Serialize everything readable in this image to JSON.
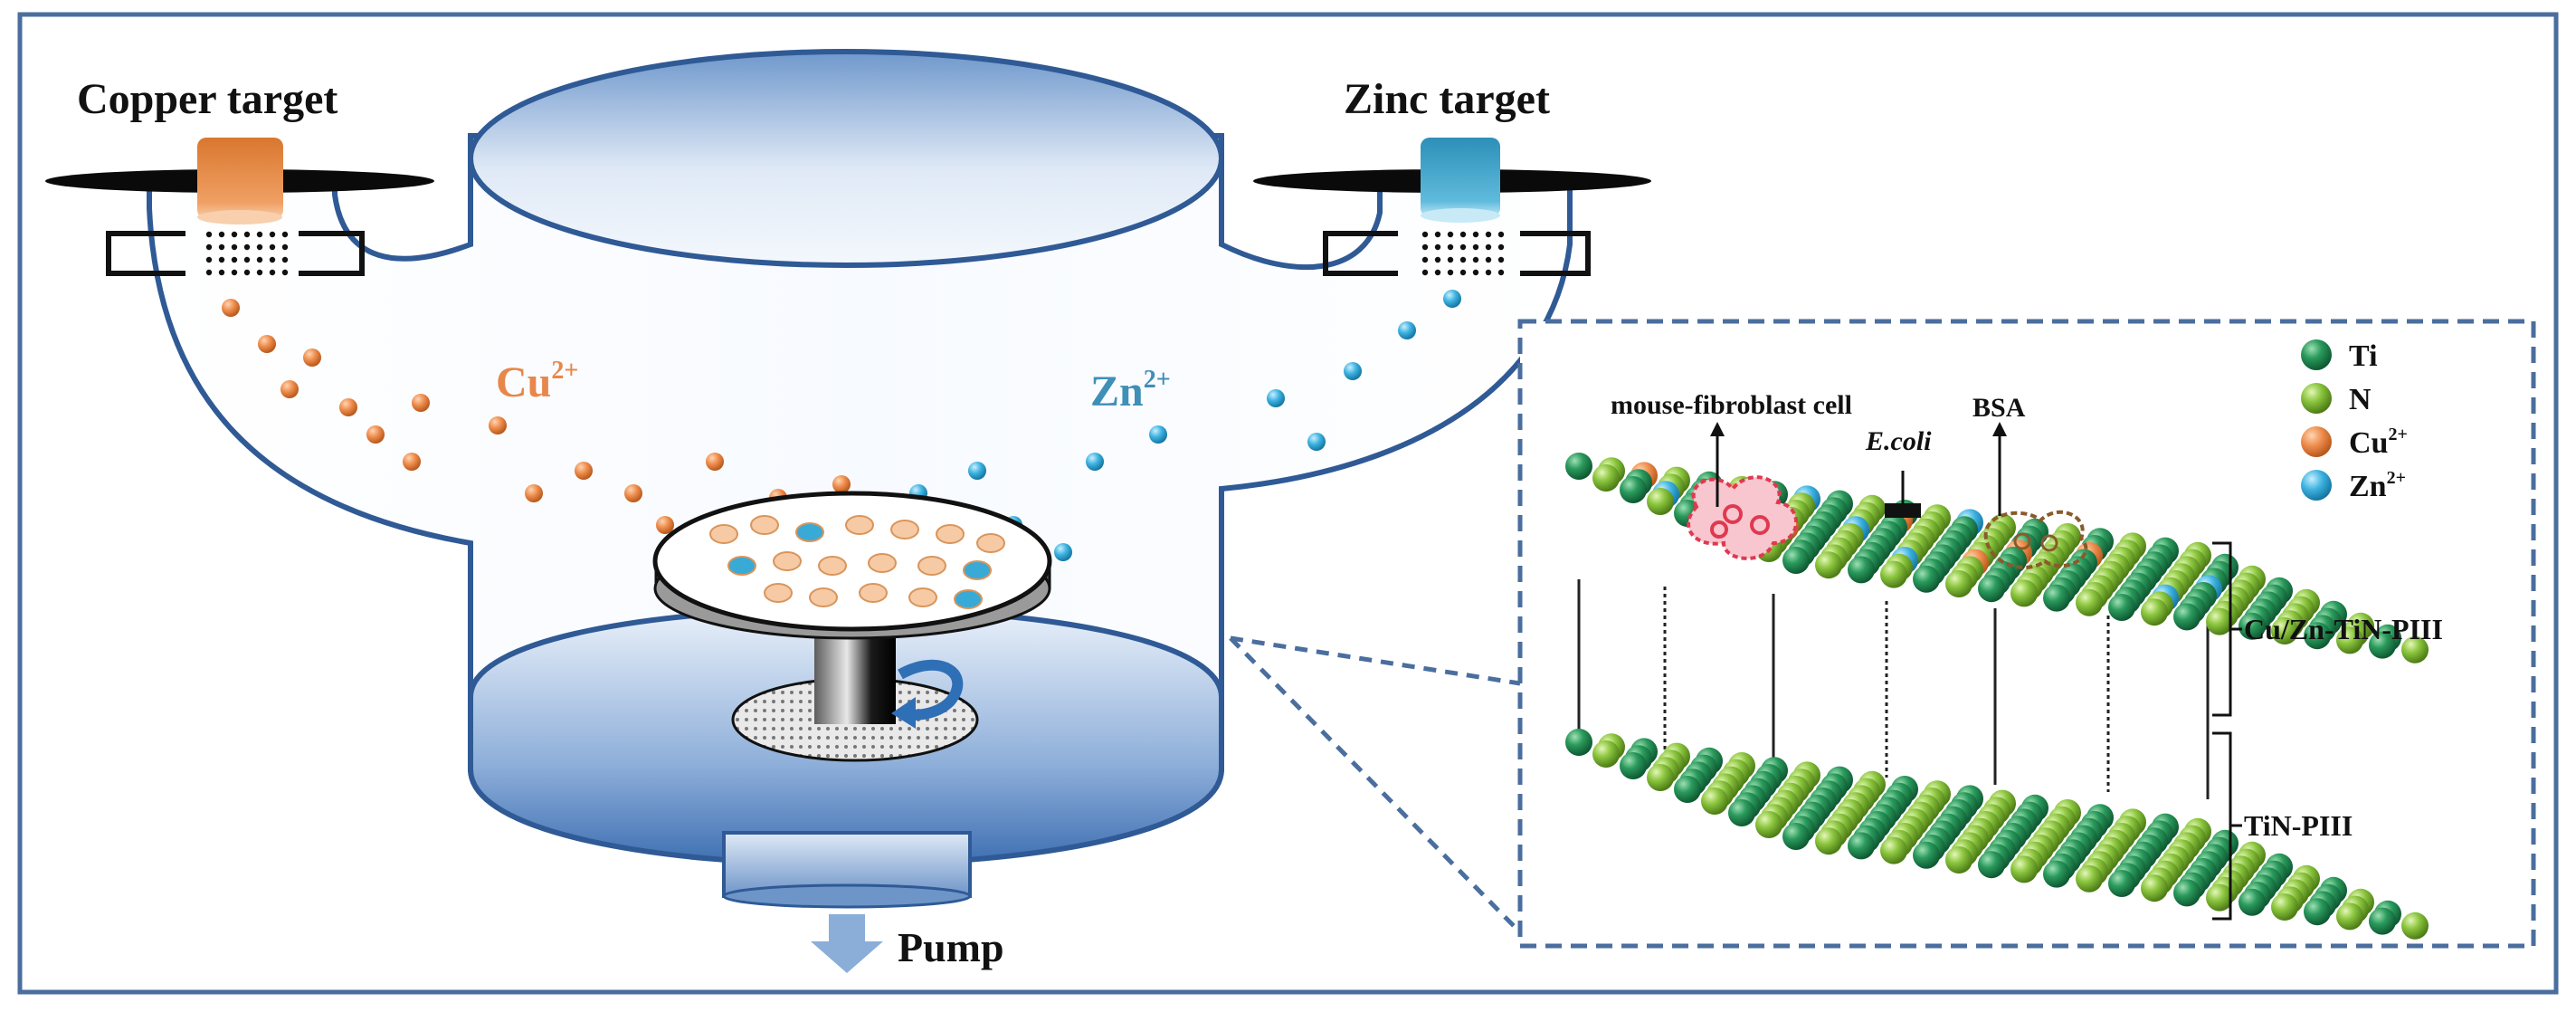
{
  "labels": {
    "copper_target": "Copper target",
    "zinc_target": "Zinc target",
    "cu_ion_base": "Cu",
    "cu_ion_sup": "2+",
    "zn_ion_base": "Zn",
    "zn_ion_sup": "2+",
    "pump": "Pump",
    "mouse_fibroblast": "mouse-fibroblast cell",
    "ecoli": "E.coli",
    "bsa": "BSA",
    "layer_top": "Cu/Zn-TiN-PIII",
    "layer_bottom": "TiN-PIII"
  },
  "legend": {
    "ti": "Ti",
    "n": "N",
    "cu_base": "Cu",
    "cu_sup": "2+",
    "zn_base": "Zn",
    "zn_sup": "2+"
  },
  "colors": {
    "frame": "#4a6e9e",
    "chamber_outline": "#2f5a95",
    "chamber_fill_light": "#eef3fa",
    "chamber_fill_dark": "#5b87c0",
    "copper": "#e8874a",
    "zinc": "#39aad6",
    "ti_atom": "#2a9a5c",
    "n_atom": "#8cc63f",
    "arrow": "#8aaed8"
  },
  "icons": {
    "rotation": "rotate-arrow-icon",
    "pump": "down-arrow-icon"
  }
}
